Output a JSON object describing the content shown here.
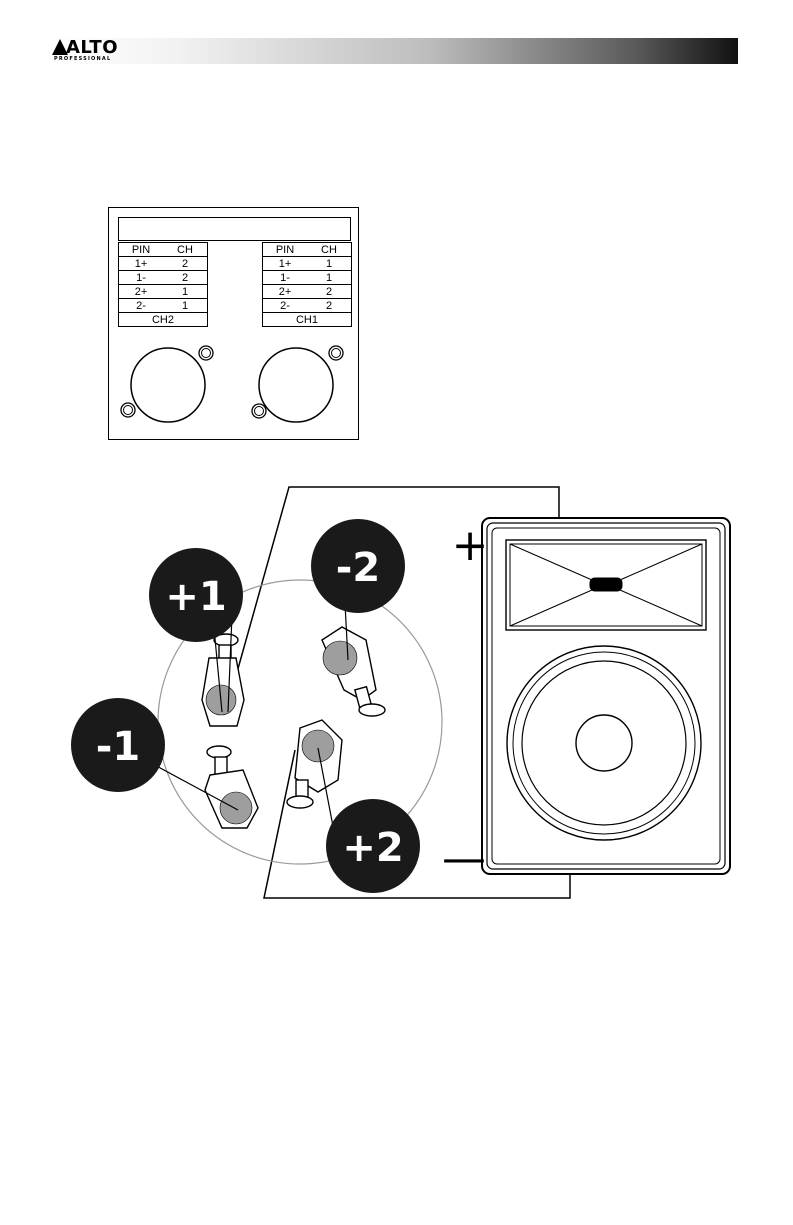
{
  "header": {
    "brand": "ALTO",
    "brand_sub": "PROFESSIONAL"
  },
  "panel": {
    "tables": [
      {
        "id": "ch2",
        "header": {
          "pin": "PIN",
          "ch": "CH"
        },
        "rows": [
          {
            "pin": "1+",
            "ch": "2"
          },
          {
            "pin": "1-",
            "ch": "2"
          },
          {
            "pin": "2+",
            "ch": "1"
          },
          {
            "pin": "2-",
            "ch": "1"
          }
        ],
        "footer": "CH2"
      },
      {
        "id": "ch1",
        "header": {
          "pin": "PIN",
          "ch": "CH"
        },
        "rows": [
          {
            "pin": "1+",
            "ch": "1"
          },
          {
            "pin": "1-",
            "ch": "1"
          },
          {
            "pin": "2+",
            "ch": "2"
          },
          {
            "pin": "2-",
            "ch": "2"
          }
        ],
        "footer": "CH1"
      }
    ]
  },
  "connector": {
    "badges": {
      "plus1": "+1",
      "minus2": "-2",
      "minus1": "-1",
      "plus2": "+2"
    }
  },
  "speaker": {
    "plus_sign": "+",
    "minus_sign": "—"
  },
  "colors": {
    "badge": "#1a1a1a",
    "pin_fill": "#9e9e9e",
    "line": "#000000"
  }
}
